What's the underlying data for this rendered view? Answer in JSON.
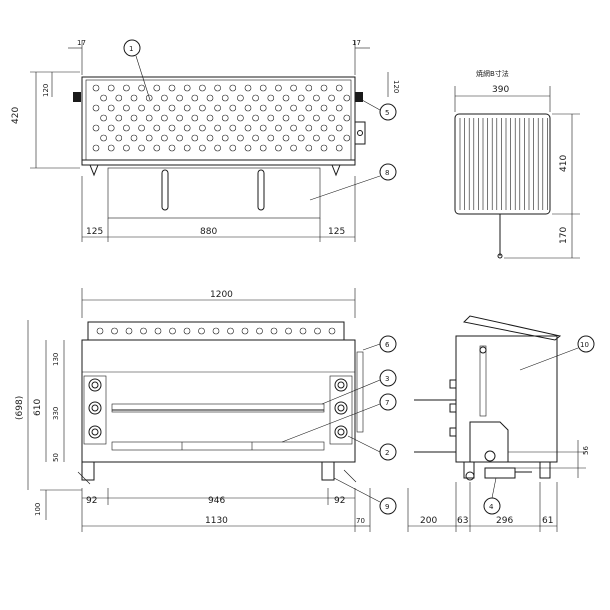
{
  "top_view": {
    "side_gap_left": "17",
    "side_gap_right": "17",
    "height_total": "420",
    "height_upper_left": "120",
    "height_upper_right": "120",
    "bottom_left": "125",
    "bottom_center": "880",
    "bottom_right": "125"
  },
  "grill_net": {
    "title": "焼網B寸法",
    "width": "390",
    "height": "410",
    "handle": "170"
  },
  "front_view": {
    "overall_width": "1200",
    "total_height": "(698)",
    "height_610": "610",
    "height_130": "130",
    "height_330": "330",
    "height_50": "50",
    "base_100": "100",
    "left_92": "92",
    "center_946": "946",
    "right_92": "92",
    "total_1130": "1130",
    "offset_70": "70"
  },
  "side_view": {
    "dim_56": "56",
    "dim_200": "200",
    "dim_63": "63",
    "dim_296": "296",
    "dim_61": "61"
  },
  "callouts": [
    "1",
    "5",
    "8",
    "6",
    "3",
    "7",
    "2",
    "9",
    "10",
    "4"
  ]
}
